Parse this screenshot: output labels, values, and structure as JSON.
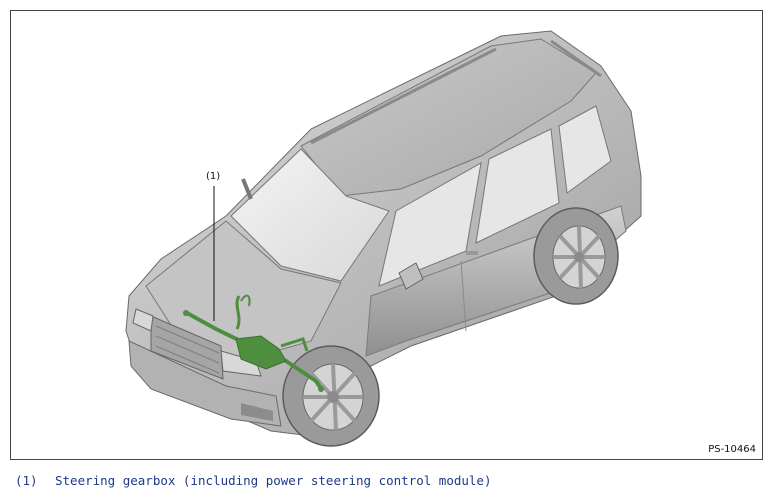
{
  "figure": {
    "callout_marker": "(1)",
    "figure_code": "PS-10464",
    "accent_color": "#4e8f3f"
  },
  "legend": [
    {
      "key": "(1)",
      "text": "Steering gearbox (including power steering control module)"
    }
  ]
}
